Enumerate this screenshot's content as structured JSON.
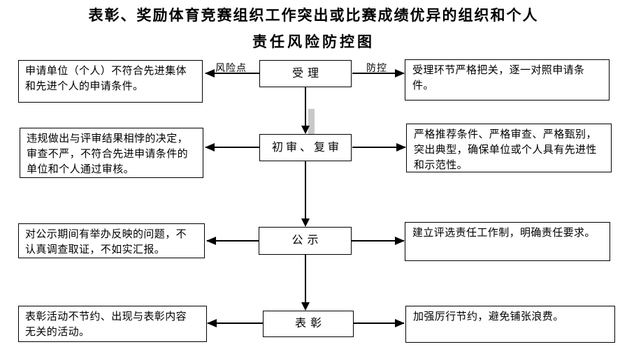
{
  "title": {
    "line1": "表彰、奖励体育竞赛组织工作突出或比赛成绩优异的组织和个人",
    "line2": "责任风险防控图"
  },
  "flow_labels": {
    "risk_point": "风险点",
    "control": "防控"
  },
  "rows": [
    {
      "stage": "受理",
      "risk": "申请单位（个人）不符合先进集体和先进个人的申请条件。",
      "control": "受理环节严格把关，逐一对照申请条件。"
    },
    {
      "stage": "初审、复审",
      "risk": "违规做出与评审结果相悖的决定，审查不严，不符合先进申请条件的单位和个人通过审核。",
      "control": "严格推荐条件、严格审查、严格甄别，突出典型，确保单位或个人具有先进性和示范性。"
    },
    {
      "stage": "公示",
      "risk": "对公示期间有举办反映的问题，不认真调查取证，不如实汇报。",
      "control": "建立评选责任工作制，明确责任要求。"
    },
    {
      "stage": "表彰",
      "risk": "表彰活动不节约、出现与表彰内容无关的活动。",
      "control": "加强厉行节约，避免铺张浪费。"
    }
  ],
  "colors": {
    "line": "#000000",
    "background": "#ffffff",
    "shadow_artifact": "#c8c8c8"
  }
}
